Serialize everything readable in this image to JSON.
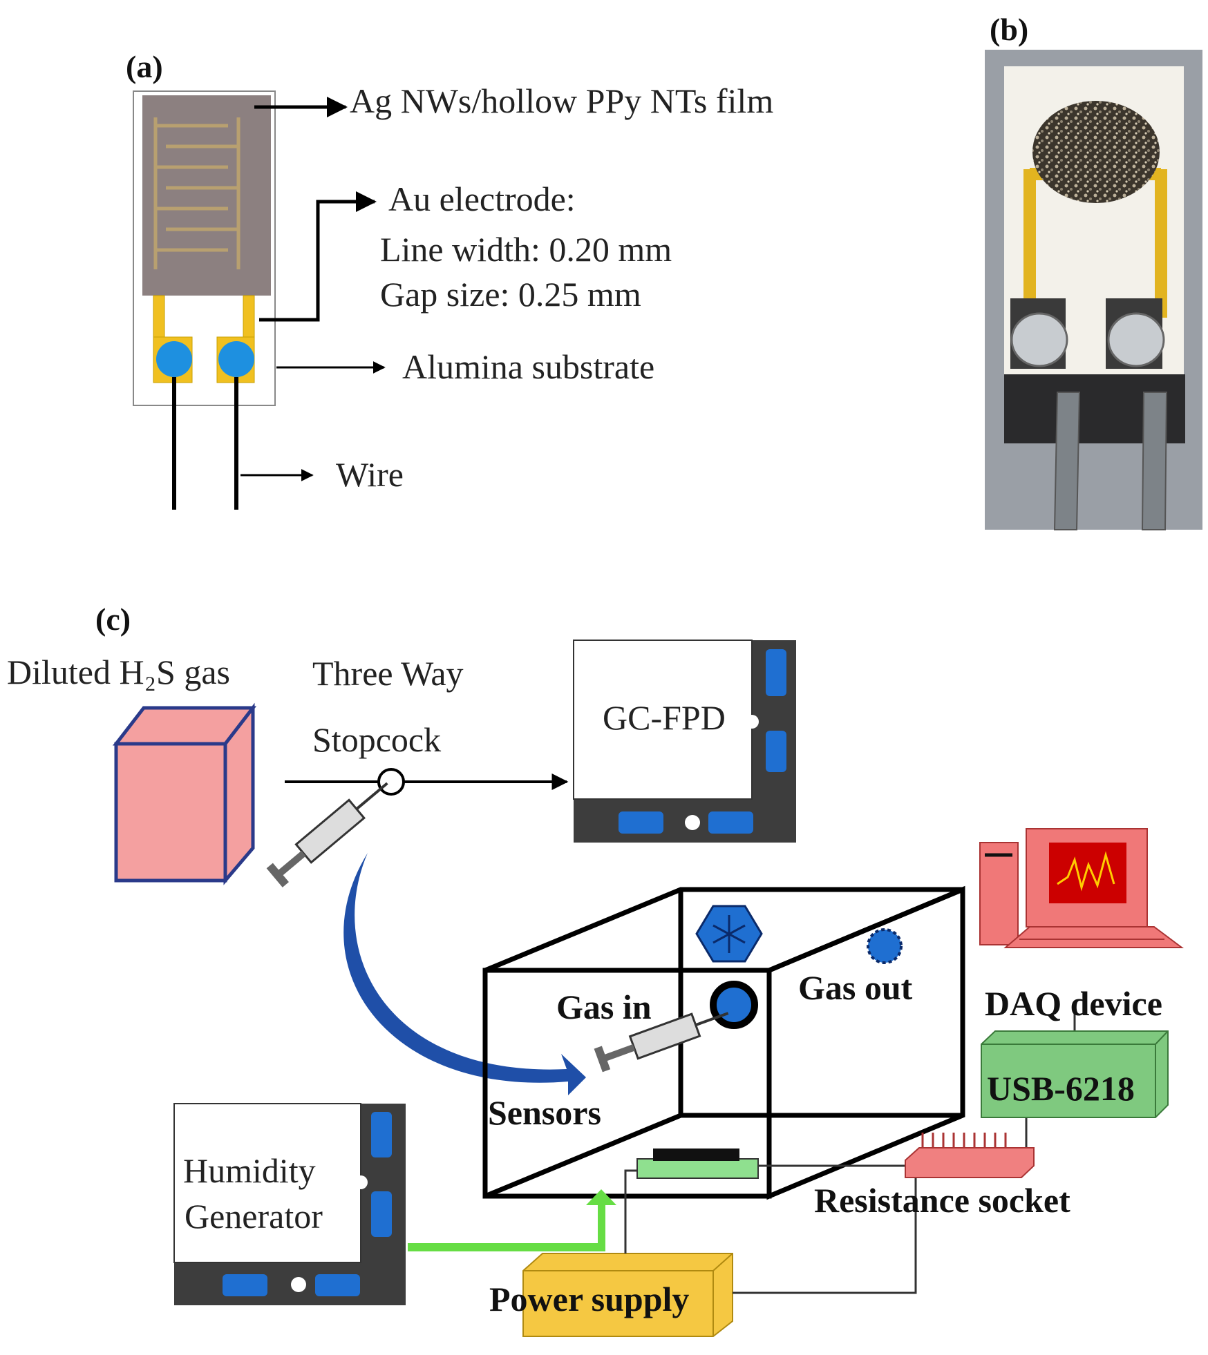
{
  "panel_a": {
    "label": "(a)",
    "film_label": "Ag NWs/hollow PPy NTs film",
    "electrode_title": "Au electrode:",
    "electrode_line_width": "Line width: 0.20 mm",
    "electrode_gap_size": "Gap size: 0.25 mm",
    "substrate_label": "Alumina substrate",
    "wire_label": "Wire"
  },
  "panel_b": {
    "label": "(b)"
  },
  "panel_c": {
    "label": "(c)",
    "gas_source_label": "Diluted H₂S gas",
    "stopcock_line1": "Three Way",
    "stopcock_line2": "Stopcock",
    "gc_label": "GC-FPD",
    "gas_in_label": "Gas in",
    "gas_out_label": "Gas out",
    "sensors_label": "Sensors",
    "humidity_line1": "Humidity",
    "humidity_line2": "Generator",
    "daq_label": "DAQ device",
    "usb_label": "USB-6218",
    "socket_label": "Resistance socket",
    "power_label": "Power supply"
  },
  "colors": {
    "film": "#8c8080",
    "gold": "#f0c020",
    "pad": "#1e90e0",
    "gas_box": "#f4a0a0",
    "syringe_arrow": "#1f4fa8",
    "flow_arrow": "#66dd44",
    "daq": "#7fc97f",
    "socket": "#f08080",
    "power": "#f5c842",
    "computer": "#f07878"
  }
}
